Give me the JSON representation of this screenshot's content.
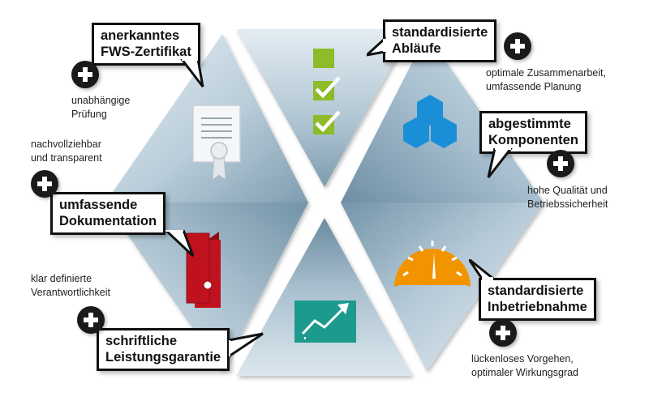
{
  "colors": {
    "panel_light": "#dfe9f0",
    "panel_mid": "#a9bfcd",
    "panel_dark": "#6e8da1",
    "green": "#8dbb2a",
    "blue": "#1a8fd8",
    "red": "#c0121e",
    "orange": "#f29400",
    "teal": "#1d9a8e"
  },
  "segments": [
    {
      "id": "top-left",
      "icon": "certificate-icon",
      "label_lines": [
        "anerkanntes",
        "FWS-Zertifikat"
      ],
      "note_lines": [
        "unabhängige",
        "Prüfung"
      ]
    },
    {
      "id": "top-right",
      "icon": "checklist-icon",
      "label_lines": [
        "standardisierte",
        "Abläufe"
      ],
      "note_lines": [
        "optimale Zusammenarbeit,",
        "umfassende Planung"
      ]
    },
    {
      "id": "right",
      "icon": "hexagon-components-icon",
      "label_lines": [
        "abgestimmte",
        "Komponenten"
      ],
      "note_lines": [
        "hohe Qualität und",
        "Betriebssicherheit"
      ]
    },
    {
      "id": "bottom-right",
      "icon": "gauge-icon",
      "label_lines": [
        "standardisierte",
        "Inbetriebnahme"
      ],
      "note_lines": [
        "lückenloses Vorgehen,",
        "optimaler Wirkungsgrad"
      ]
    },
    {
      "id": "bottom-left",
      "icon": "chart-up-icon",
      "label_lines": [
        "schriftliche",
        "Leistungsgarantie"
      ],
      "note_lines": [
        "klar definierte",
        "Verantwortlichkeit"
      ]
    },
    {
      "id": "left",
      "icon": "binder-icon",
      "label_lines": [
        "umfassende",
        "Dokumentation"
      ],
      "note_lines": [
        "nachvollziehbar",
        "und transparent"
      ]
    }
  ]
}
